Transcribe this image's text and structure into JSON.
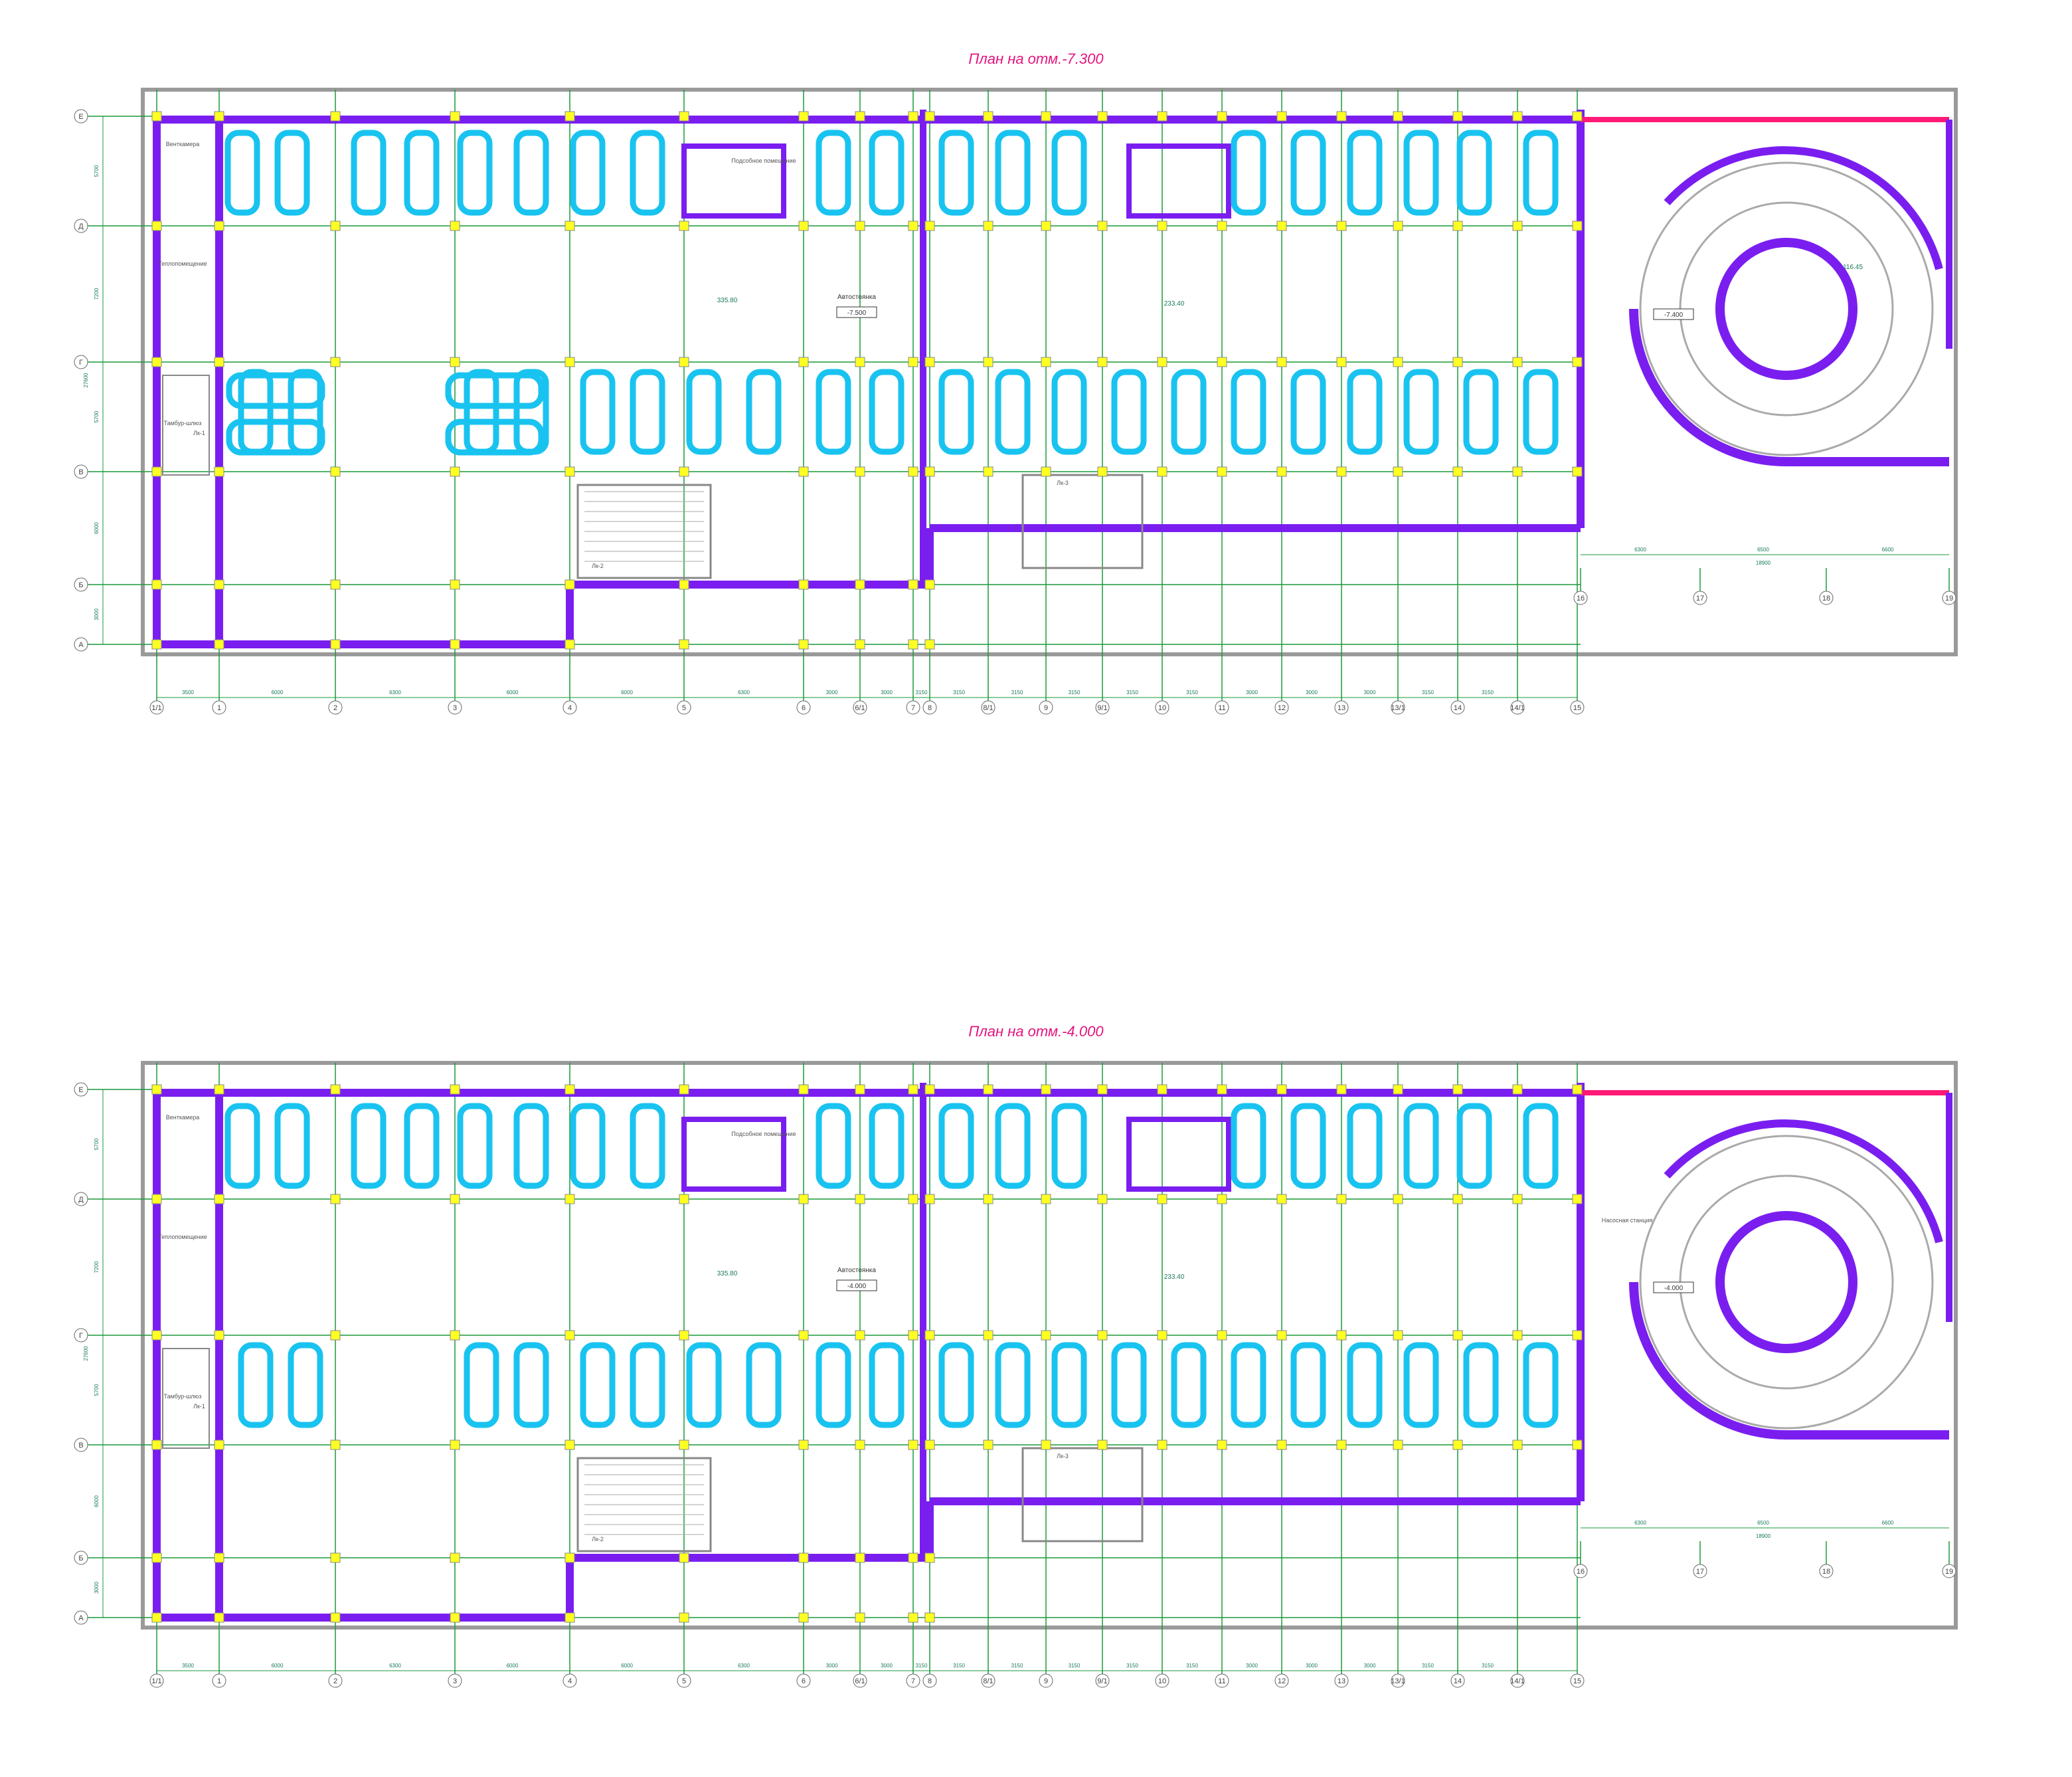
{
  "plans": [
    {
      "id": "top",
      "title": "План на отм.-7.300",
      "level_tag": "-7.500",
      "area_left": "335.80",
      "area_right": "233.40",
      "parking_label": "Автостоянка",
      "rooms": [
        "Венткамера",
        "Теплопомещение",
        "Тамбур-шлюз",
        "Лк-1",
        "Подсобное помещение",
        "Лк-2",
        "Лк-3"
      ],
      "circle_area": "116.45",
      "circle_tag": "-7.400"
    },
    {
      "id": "bottom",
      "title": "План на отм.-4.000",
      "level_tag": "-4.000",
      "area_left": "335.80",
      "area_right": "233.40",
      "parking_label": "Автостоянка",
      "rooms": [
        "Венткамера",
        "Теплопомещение",
        "Тамбур-шлюз",
        "Лк-1",
        "Подсобное помещение",
        "Лк-2",
        "Лк-3",
        "Насосная станция"
      ],
      "circle_area": "",
      "circle_tag": "-4.000"
    }
  ],
  "axes_rows": [
    "Е",
    "Д",
    "Г",
    "В",
    "Б",
    "А"
  ],
  "axes_cols": [
    "1/1",
    "1",
    "2",
    "3",
    "4",
    "5",
    "6",
    "6/1",
    "7",
    "8",
    "8/1",
    "9",
    "9/1",
    "10",
    "11",
    "12",
    "13",
    "13/1",
    "14",
    "14/1",
    "15"
  ],
  "ramp_axes": [
    "16",
    "17",
    "18",
    "19"
  ],
  "bottom_dims": [
    "3500",
    "6000",
    "6300",
    "6000",
    "6000",
    "6300",
    "3000",
    "3000",
    "3150",
    "3150",
    "3150",
    "3150",
    "3150",
    "3150",
    "3000",
    "3000",
    "3000",
    "3150",
    "3150"
  ],
  "ramp_dims": [
    "6300",
    "6500",
    "6600"
  ],
  "ramp_total": "18900",
  "left_dims": [
    "5700",
    "7200",
    "5700",
    "6000",
    "3000"
  ],
  "left_total": "27600",
  "colors": {
    "wall": "#7a1ef0",
    "wall_red": "#ff1a75",
    "car": "#19c3f0",
    "grid": "#1a9a3a",
    "column": "#ffff22",
    "gray": "#9a9a9a"
  }
}
